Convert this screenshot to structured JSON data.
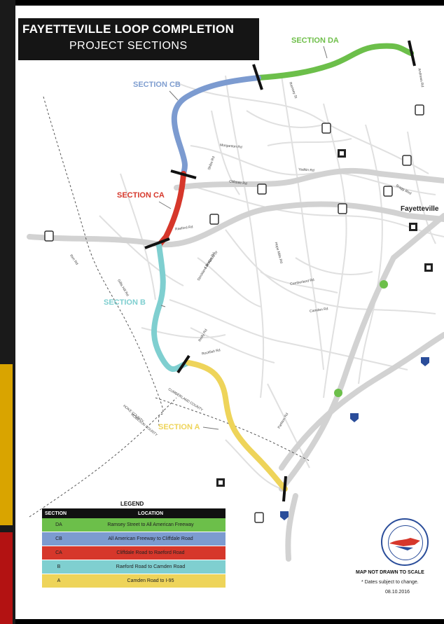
{
  "title": {
    "line1": "FAYETTEVILLE LOOP COMPLETION",
    "line2": "PROJECT SECTIONS"
  },
  "section_labels": [
    {
      "id": "DA",
      "text": "SECTION DA",
      "color": "#6fbf4a"
    },
    {
      "id": "CB",
      "text": "SECTION CB",
      "color": "#7f9ed0"
    },
    {
      "id": "CA",
      "text": "SECTION CA",
      "color": "#d6372b"
    },
    {
      "id": "B",
      "text": "SECTION B",
      "color": "#7fcfd0"
    },
    {
      "id": "A",
      "text": "SECTION A",
      "color": "#eed45a"
    }
  ],
  "city_label": "Fayetteville",
  "road_labels": [
    "Ramsey St",
    "Andrews Rd",
    "Cliffdale Rd",
    "Raeford Rd",
    "Morganton Rd",
    "Cumberland Rd",
    "Camden Rd",
    "Yadkin Rd",
    "Bragg Blvd",
    "Skibo Rd",
    "Strickland Bridge Rd",
    "Gillis Hill Rd",
    "Reilly Rd",
    "Hope Mills Rd",
    "Parkton Rd",
    "Rockfish Rd",
    "Lakewood Dr",
    "Rim Rd"
  ],
  "county_labels": [
    "HOKE COUNTY",
    "ROBESON COUNTY",
    "CUMBERLAND COUNTY"
  ],
  "legend": {
    "title": "LEGEND",
    "col_section": "SECTION",
    "col_location": "LOCATION",
    "rows": [
      {
        "code": "DA",
        "location": "Ramsey Street to All American Freeway",
        "color": "#6cbf4a"
      },
      {
        "code": "CB",
        "location": "All American Freeway to Cliffdale Road",
        "color": "#7c9bd0"
      },
      {
        "code": "CA",
        "location": "Cliffdale Road to Raeford Road",
        "color": "#d6372b"
      },
      {
        "code": "B",
        "location": "Raeford Road to Camden Road",
        "color": "#7fcfd0"
      },
      {
        "code": "A",
        "location": "Camden Road to I-95",
        "color": "#eed45a"
      }
    ]
  },
  "notes": {
    "not_to_scale": "MAP NOT DRAWN TO SCALE",
    "dates": "* Dates subject to change.",
    "date": "08.10.2016"
  },
  "colors": {
    "road": "#dcdcdc",
    "major_road": "#cfcfcf",
    "section_DA": "#6cbf4a",
    "section_CB": "#7c9bd0",
    "section_CA": "#d6372b",
    "section_B": "#7fcfd0",
    "section_A": "#eed45a",
    "boundary": "#111111"
  },
  "icons": [
    "nc-route-shield-icon",
    "us-route-shield-icon",
    "interstate-shield-icon",
    "county-line-dashed",
    "ncdot-seal-icon"
  ]
}
